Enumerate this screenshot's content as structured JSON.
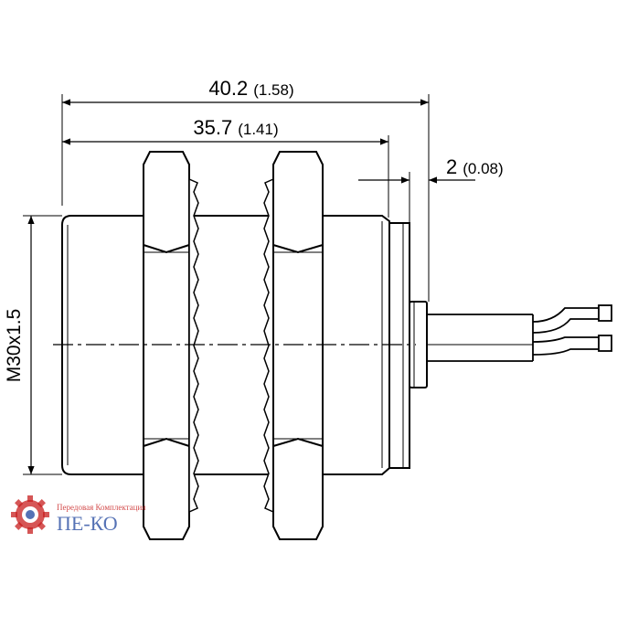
{
  "dimensions": {
    "overall_length": {
      "value": "40.2",
      "inch": "(1.58)"
    },
    "thread_length": {
      "value": "35.7",
      "inch": "(1.41)"
    },
    "cap_length": {
      "value": "2",
      "inch": "(0.08)"
    },
    "thread_spec": "M30x1.5"
  },
  "logo": {
    "tagline": "Передовая Комплектация",
    "brand": "ПЕ-КО"
  },
  "colors": {
    "line": "#000000",
    "logo_red": "#c81e1e",
    "logo_blue": "#2b4fa3"
  }
}
